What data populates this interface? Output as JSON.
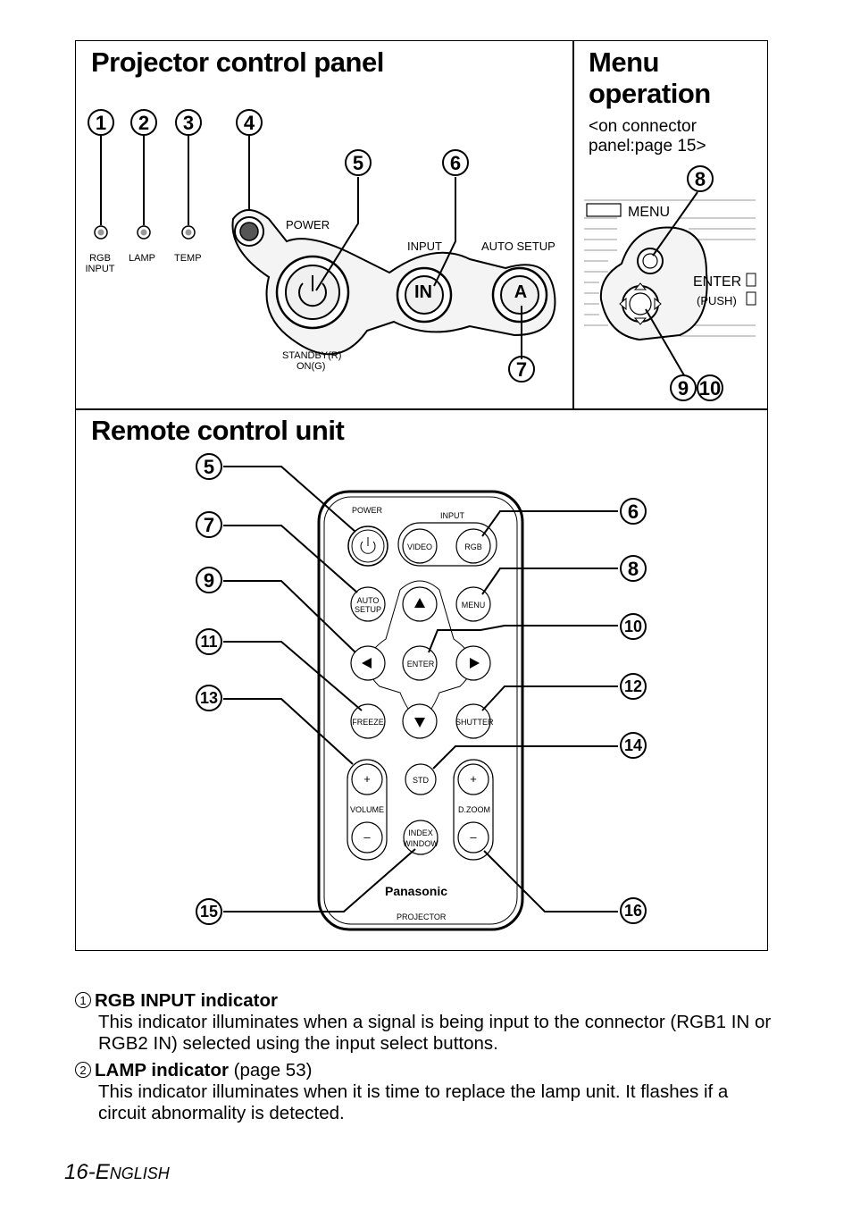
{
  "panel": {
    "title": "Projector control panel",
    "leds": [
      "RGB\nINPUT",
      "LAMP",
      "TEMP"
    ],
    "labels": {
      "power": "POWER",
      "input": "INPUT",
      "auto_setup": "AUTO SETUP",
      "standby": "STANDBY(R)",
      "on": "ON(G)",
      "in_btn": "IN",
      "a_btn": "A"
    },
    "callouts": [
      "1",
      "2",
      "3",
      "4",
      "5",
      "6",
      "7"
    ]
  },
  "menu": {
    "title_line1": "Menu",
    "title_line2": "operation",
    "note_line1": "<on connector",
    "note_line2": "panel:page 15>",
    "menu_label": "MENU",
    "enter_label": "ENTER",
    "push_label": "(PUSH)",
    "callouts": [
      "8",
      "9",
      "10"
    ]
  },
  "remote": {
    "title": "Remote control unit",
    "buttons": {
      "power": "POWER",
      "input": "INPUT",
      "video": "VIDEO",
      "rgb": "RGB",
      "auto1": "AUTO",
      "auto2": "SETUP",
      "menu": "MENU",
      "enter": "ENTER",
      "freeze": "FREEZE",
      "shutter": "SHUTTER",
      "std": "STD",
      "volume": "VOLUME",
      "dzoom": "D.ZOOM",
      "index1": "INDEX",
      "index2": "WINDOW",
      "plus": "+",
      "minus": "–"
    },
    "brand": "Panasonic",
    "model": "PROJECTOR",
    "callouts_left": [
      "5",
      "7",
      "9",
      "11",
      "13",
      "15"
    ],
    "callouts_right": [
      "6",
      "8",
      "10",
      "12",
      "14",
      "16"
    ]
  },
  "descriptions": [
    {
      "num": "1",
      "title": "RGB INPUT indicator",
      "suffix": "",
      "body": "This indicator illuminates when a signal is being input to the connector (RGB1 IN or RGB2 IN) selected using the input select buttons."
    },
    {
      "num": "2",
      "title": "LAMP indicator",
      "suffix": " (page 53)",
      "body": "This indicator illuminates when it is time to replace the lamp unit. It flashes if a circuit abnormality is detected."
    }
  ],
  "footer": {
    "page": "16-",
    "lang_first": "E",
    "lang_rest": "NGLISH"
  }
}
